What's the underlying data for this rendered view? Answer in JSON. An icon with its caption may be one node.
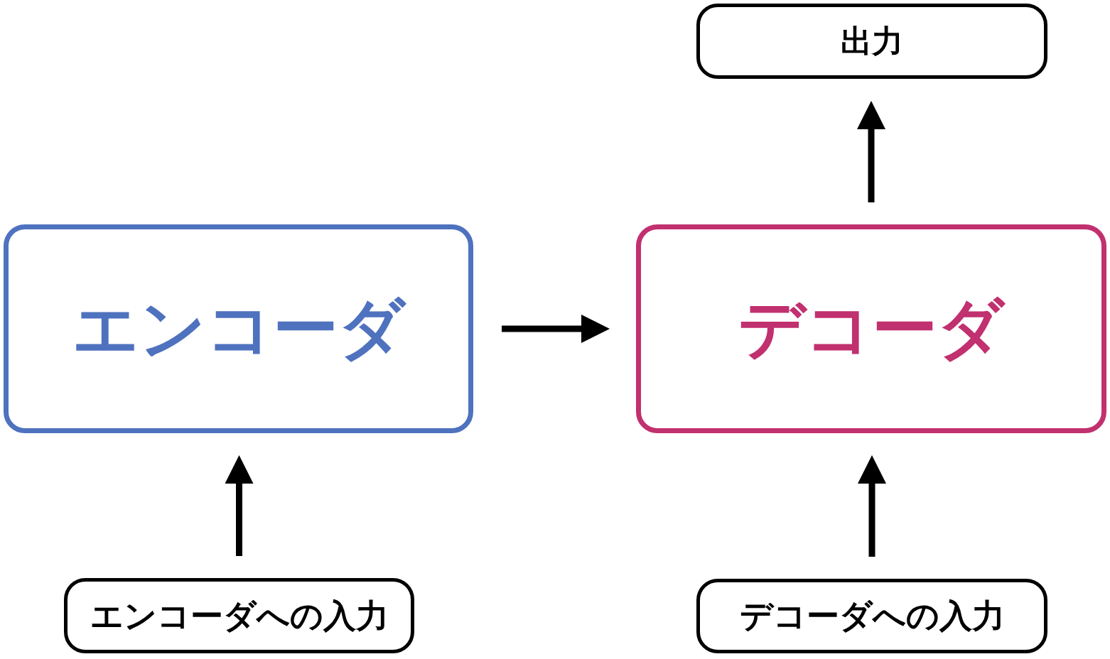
{
  "diagram": {
    "nodes": [
      {
        "text": [
          "出力"
        ]
      },
      {
        "text": [
          "エンコーダ"
        ]
      },
      {
        "text": [
          "デコーダ"
        ]
      },
      {
        "text": [
          "エンコーダへの入力"
        ]
      },
      {
        "text": [
          "デコーダへの入力"
        ]
      }
    ],
    "edges": [
      {
        "from": 3,
        "to": 1,
        "arrow": "to"
      },
      {
        "from": 1,
        "to": 2,
        "arrow": "to"
      },
      {
        "from": 4,
        "to": 2,
        "arrow": "to"
      },
      {
        "from": 2,
        "to": 0,
        "arrow": "to"
      }
    ]
  }
}
